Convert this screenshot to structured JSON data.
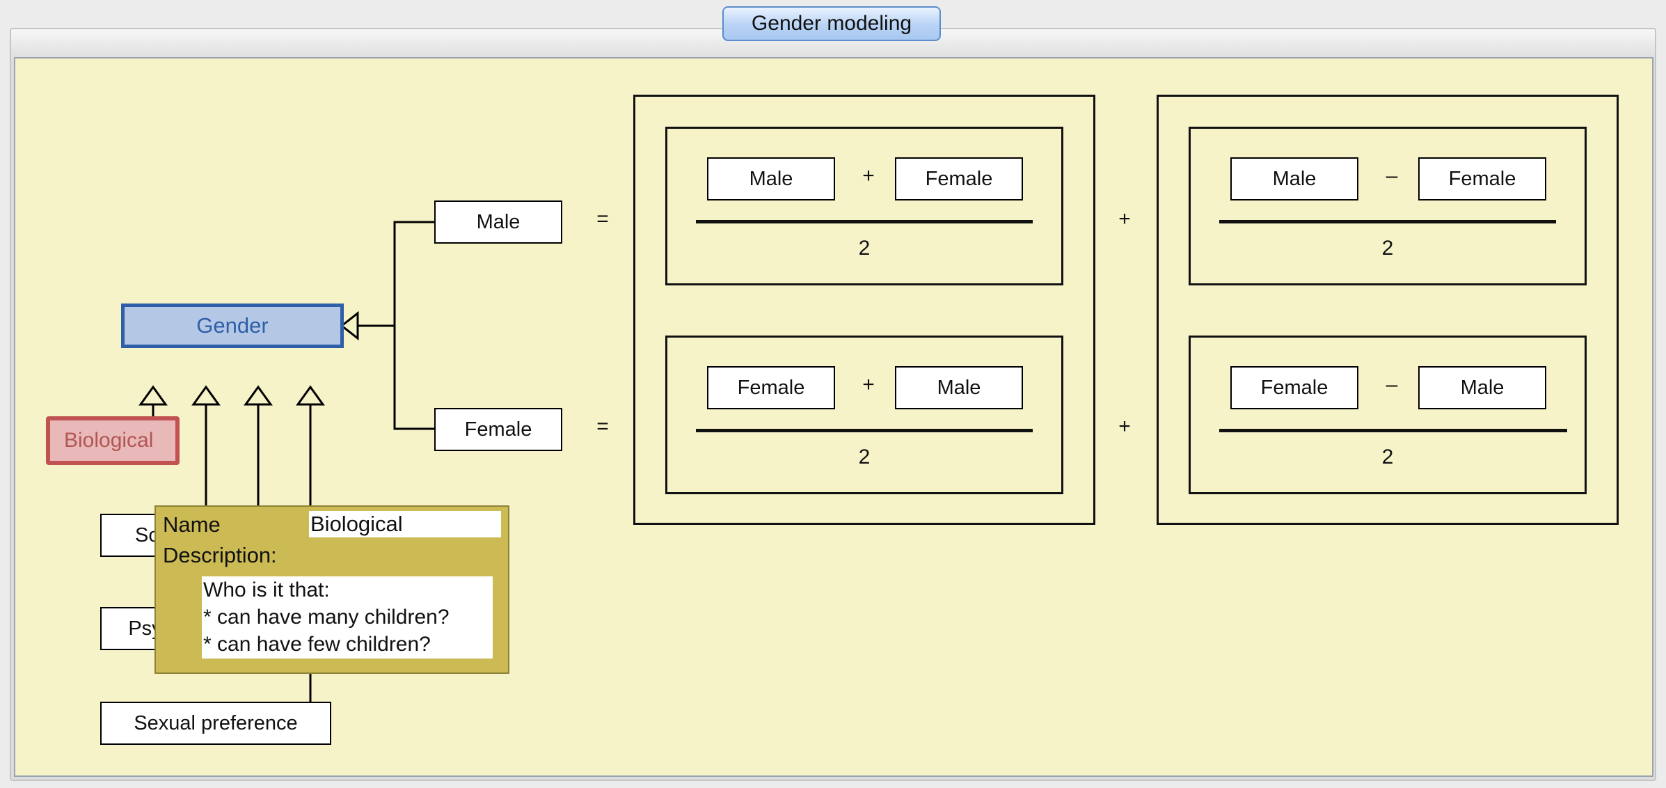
{
  "window": {
    "tab_title": "Gender modeling"
  },
  "diagram": {
    "root": "Gender",
    "subtypes": [
      "Male",
      "Female"
    ],
    "dimensions": [
      "Biological",
      "Social",
      "Psychological",
      "Sexual preference"
    ],
    "equation_male": {
      "lhs": "Male",
      "equals": "=",
      "plus": "+",
      "term1": {
        "a": "Male",
        "op": "+",
        "b": "Female",
        "denominator": "2"
      },
      "term2": {
        "a": "Male",
        "op": "–",
        "b": "Female",
        "denominator": "2"
      }
    },
    "equation_female": {
      "lhs": "Female",
      "equals": "=",
      "plus": "+",
      "term1": {
        "a": "Female",
        "op": "+",
        "b": "Male",
        "denominator": "2"
      },
      "term2": {
        "a": "Female",
        "op": "–",
        "b": "Male",
        "denominator": "2"
      }
    }
  },
  "tooltip": {
    "name_label": "Name",
    "name_value": "Biological",
    "description_label": "Description:",
    "description_text": "Who is it that:\n* can have many children?\n* can have few children?"
  },
  "colors": {
    "canvas_bg": "#f7f3c9",
    "gender_fill": "#b4c8e6",
    "gender_border": "#2e5fa8",
    "selected_fill": "#e9b9b9",
    "selected_border": "#c05252",
    "tooltip_bg": "#ccbb55"
  }
}
